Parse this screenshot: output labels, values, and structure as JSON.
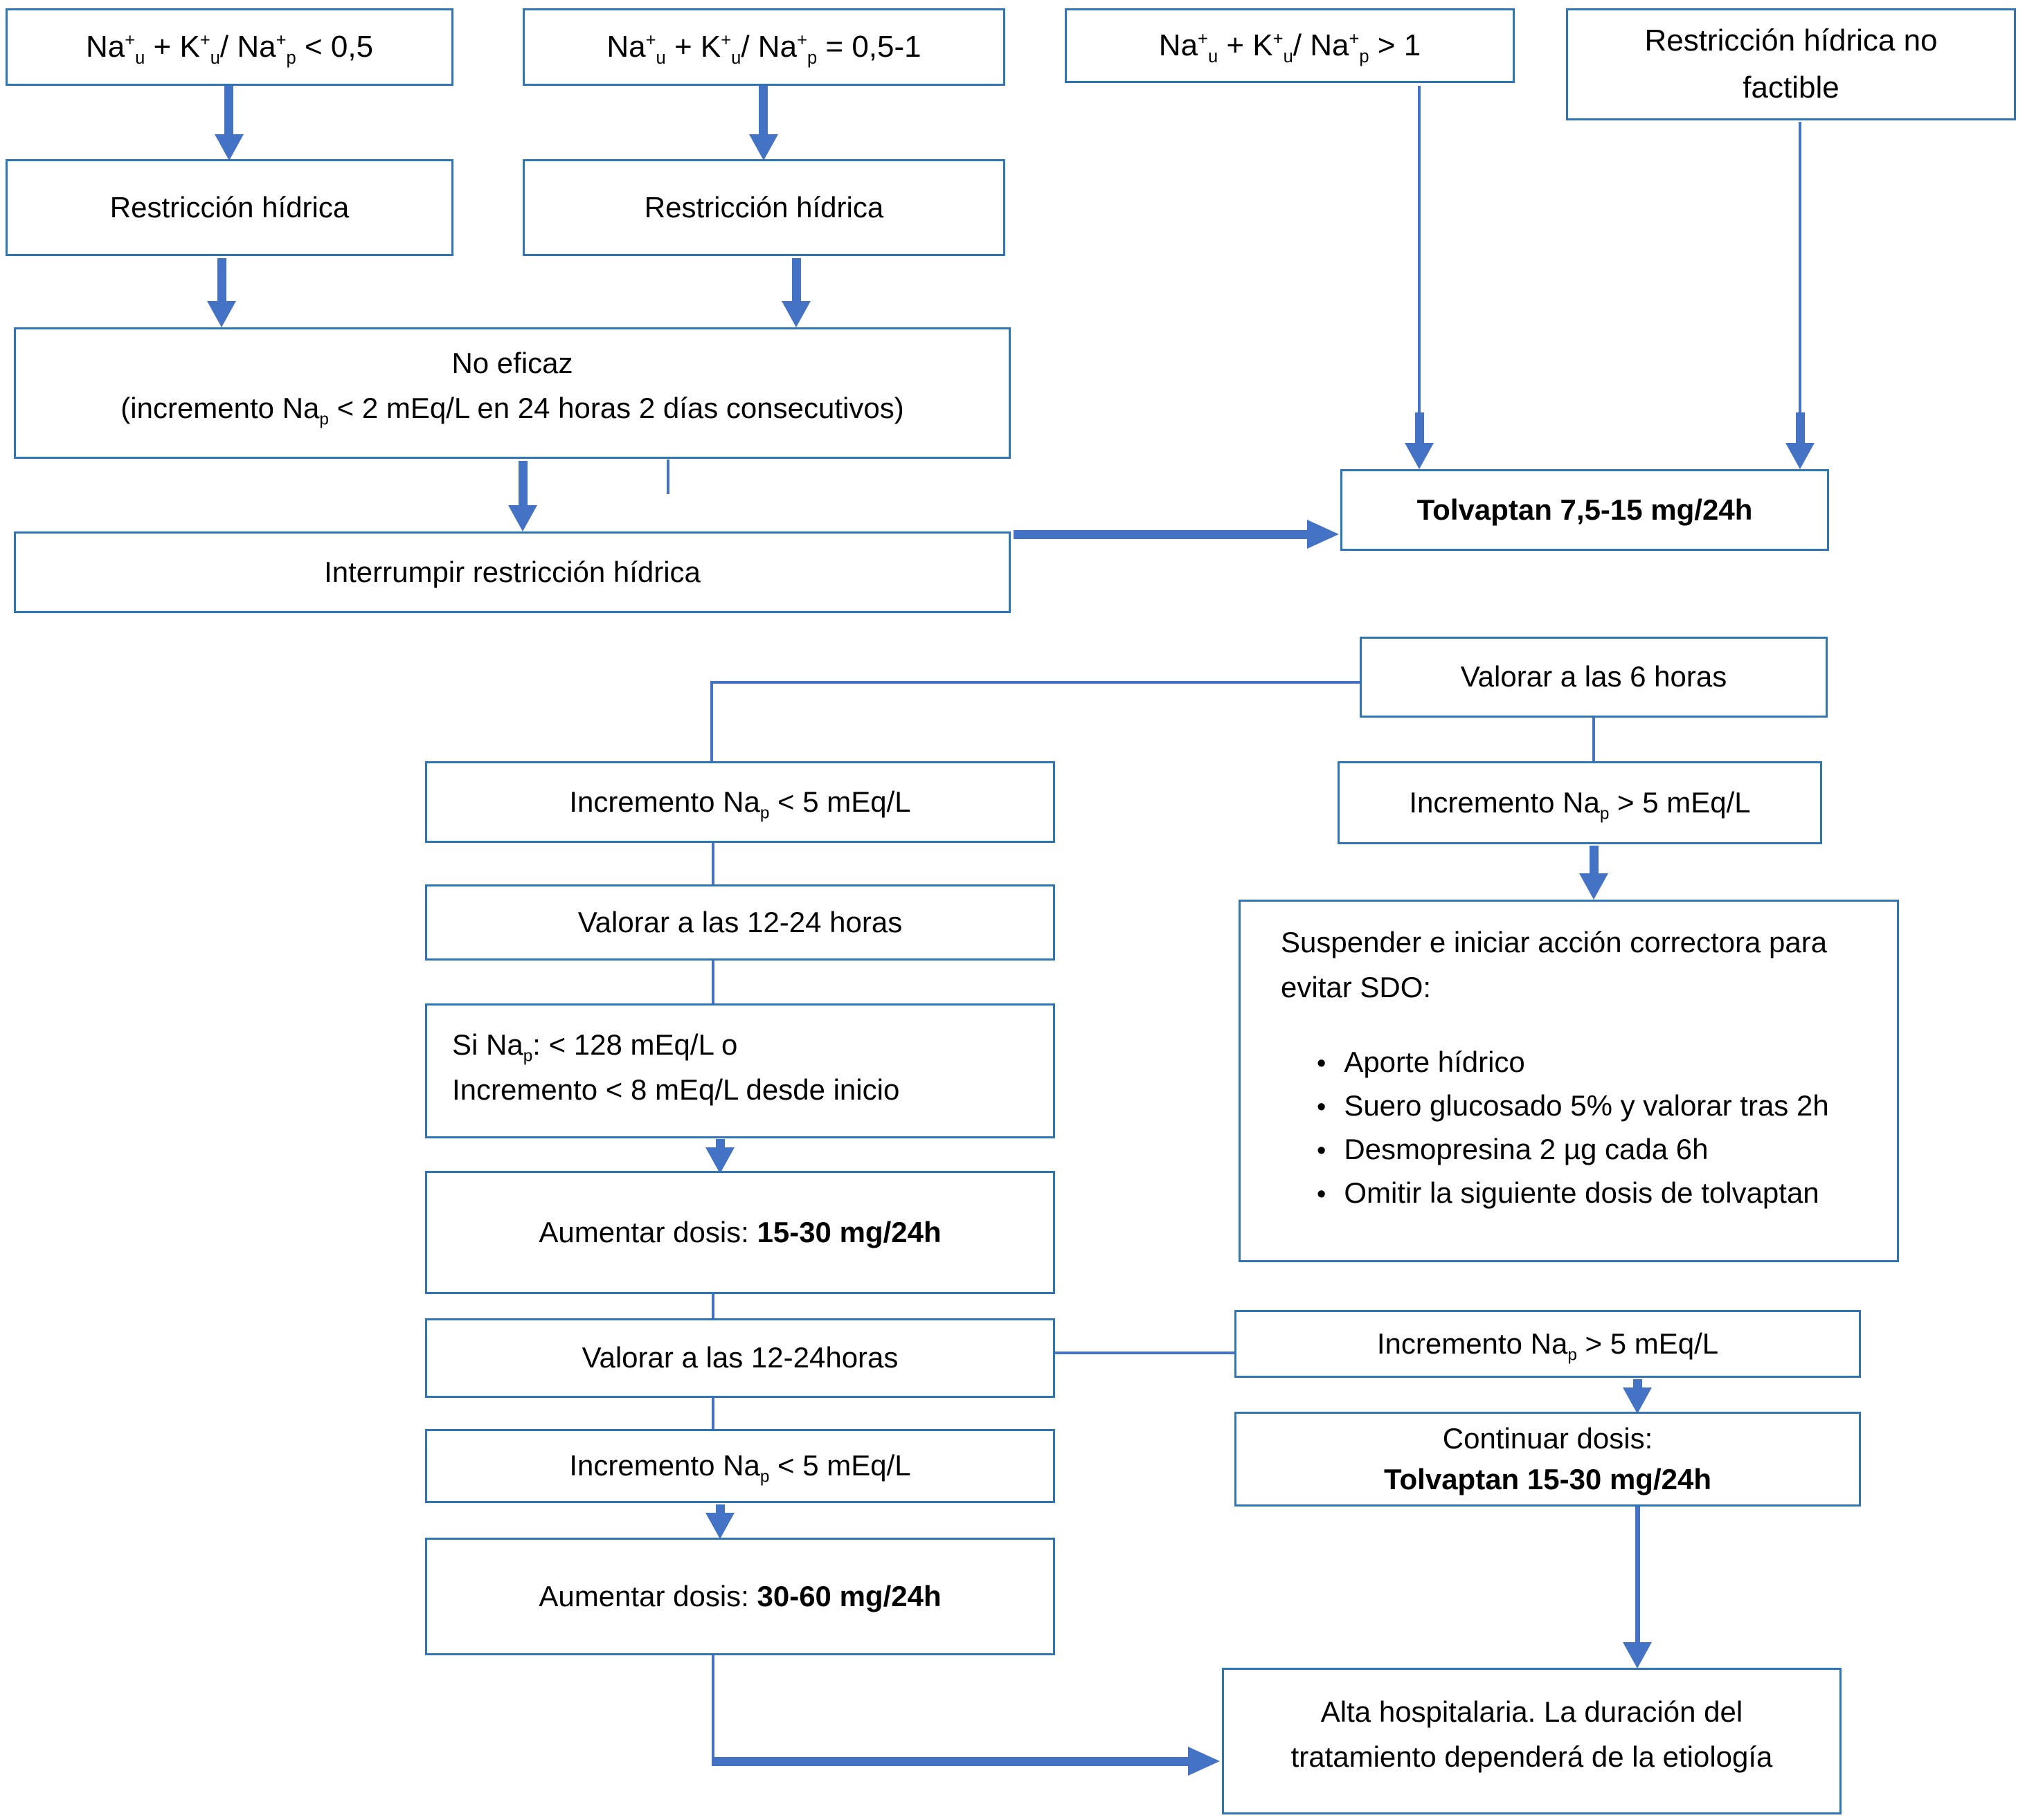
{
  "colors": {
    "box_border": "#2E75B6",
    "connector": "#4472C4",
    "text": "#000000",
    "background": "#FFFFFF"
  },
  "nodes": {
    "ratio_low": {
      "text": "Na^{+}_{u} + K^{+}_{u}/ Na^{+}_{p} < 0,5"
    },
    "ratio_mid": {
      "text": "Na^{+}_{u} + K^{+}_{u}/ Na^{+}_{p} = 0,5-1"
    },
    "ratio_high": {
      "text": "Na^{+}_{u} + K^{+}_{u}/ Na^{+}_{p} > 1"
    },
    "rh_no_factible": {
      "line1": "Restricción hídrica no",
      "line2": "factible"
    },
    "rh_1": {
      "text": "Restricción hídrica"
    },
    "rh_2": {
      "text": "Restricción hídrica"
    },
    "no_eficaz": {
      "line1": "No eficaz",
      "line2": "(incremento Na_{p} < 2 mEq/L en 24 horas 2 días consecutivos)"
    },
    "interrumpir": {
      "text": "Interrumpir restricción hídrica"
    },
    "tolvaptan": {
      "text": "Tolvaptan 7,5-15 mg/24h"
    },
    "valorar_6h": {
      "text": "Valorar a las 6 horas"
    },
    "inc_lt5_a": {
      "text": "Incremento Na_{p} < 5 mEq/L"
    },
    "valorar_12_24_a": {
      "text": "Valorar a las 12-24 horas"
    },
    "si_nap": {
      "line1": "Si Na_{p}: < 128 mEq/L o",
      "line2": "Incremento < 8 mEq/L desde inicio"
    },
    "aumentar_15_30": {
      "label": "Aumentar dosis: ",
      "dose": "15-30 mg/24h"
    },
    "valorar_12_24_b": {
      "text": "Valorar a las 12-24horas"
    },
    "inc_lt5_b": {
      "text": "Incremento Na_{p} < 5 mEq/L"
    },
    "aumentar_30_60": {
      "label": "Aumentar dosis: ",
      "dose": "30-60 mg/24h"
    },
    "inc_gt5_a": {
      "text": "Incremento Na_{p} > 5 mEq/L"
    },
    "suspender": {
      "intro_line1": "Suspender e iniciar acción correctora para",
      "intro_line2": "evitar SDO:",
      "bullets": [
        "Aporte hídrico",
        "Suero glucosado 5% y valorar tras 2h",
        "Desmopresina 2 µg cada 6h",
        "Omitir la siguiente dosis de tolvaptan"
      ]
    },
    "inc_gt5_b": {
      "text": "Incremento Na_{p} > 5 mEq/L"
    },
    "continuar": {
      "line1": "Continuar dosis:",
      "dose": "Tolvaptan 15-30 mg/24h"
    },
    "alta": {
      "line1": "Alta hospitalaria. La duración del",
      "line2": "tratamiento dependerá de la etiología"
    }
  }
}
